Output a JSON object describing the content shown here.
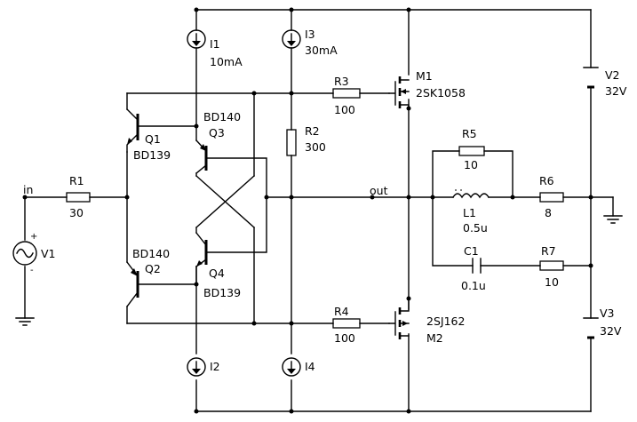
{
  "components": {
    "I1": {
      "name": "I1",
      "value": "10mA"
    },
    "I2": {
      "name": "I2",
      "value": ""
    },
    "I3": {
      "name": "I3",
      "value": "30mA"
    },
    "I4": {
      "name": "I4",
      "value": ""
    },
    "R1": {
      "name": "R1",
      "value": "30"
    },
    "R2": {
      "name": "R2",
      "value": "300"
    },
    "R3": {
      "name": "R3",
      "value": "100"
    },
    "R4": {
      "name": "R4",
      "value": "100"
    },
    "R5": {
      "name": "R5",
      "value": "10"
    },
    "R6": {
      "name": "R6",
      "value": "8"
    },
    "R7": {
      "name": "R7",
      "value": "10"
    },
    "L1": {
      "name": "L1",
      "value": "0.5u"
    },
    "C1": {
      "name": "C1",
      "value": "0.1u"
    },
    "Q1": {
      "name": "Q1",
      "model": "BD139"
    },
    "Q2": {
      "name": "Q2",
      "model": "BD140"
    },
    "Q3": {
      "name": "Q3",
      "model": "BD140"
    },
    "Q4": {
      "name": "Q4",
      "model": "BD139"
    },
    "M1": {
      "name": "M1",
      "model": "2SK1058"
    },
    "M2": {
      "name": "M2",
      "model": "2SJ162"
    },
    "V1": {
      "name": "V1",
      "plus": "+",
      "minus": "-"
    },
    "V2": {
      "name": "V2",
      "value": "32V"
    },
    "V3": {
      "name": "V3",
      "value": "32V"
    }
  },
  "nets": {
    "in": "in",
    "out": "out"
  }
}
